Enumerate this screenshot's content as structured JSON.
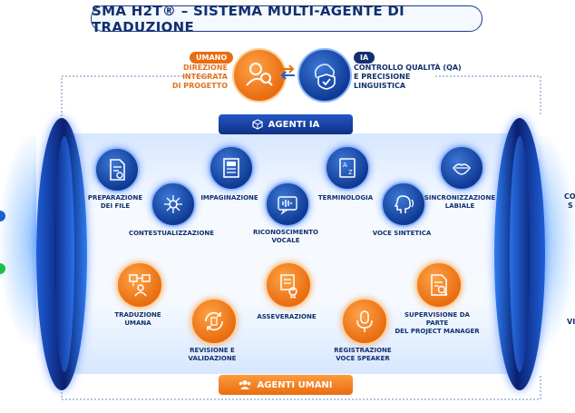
{
  "title": "SMA H2T® – SISTEMA MULTI-AGENTE DI TRADUZIONE",
  "top": {
    "human_tag": "UMANO",
    "human_label": "DIREZIONE INTEGRATA\nDI PROGETTO",
    "ai_tag": "IA",
    "ai_label": "CONTROLLO QUALITÀ (QA)\nE PRECISIONE LINGUISTICA"
  },
  "ai_band": {
    "header": "AGENTI IA",
    "nodes": [
      {
        "icon": "document-gear-icon",
        "label": "PREPARAZIONE\nDEI FILE"
      },
      {
        "icon": "network-hub-icon",
        "label": "CONTESTUALIZZAZIONE"
      },
      {
        "icon": "layout-page-icon",
        "label": "IMPAGINAZIONE"
      },
      {
        "icon": "waveform-icon",
        "label": "RICONOSCIMENTO\nVOCALE"
      },
      {
        "icon": "glossary-book-icon",
        "label": "TERMINOLOGIA"
      },
      {
        "icon": "speaking-head-icon",
        "label": "VOCE SINTETICA"
      },
      {
        "icon": "lips-sync-icon",
        "label": "SINCRONIZZAZIONE\nLABIALE"
      }
    ]
  },
  "human_band": {
    "header": "AGENTI UMANI",
    "nodes": [
      {
        "icon": "workflow-person-icon",
        "label": "TRADUZIONE\nUMANA"
      },
      {
        "icon": "review-cycle-icon",
        "label": "REVISIONE E\nVALIDAZIONE"
      },
      {
        "icon": "certificate-scroll-icon",
        "label": "ASSEVERAZIONE"
      },
      {
        "icon": "microphone-icon",
        "label": "REGISTRAZIONE\nVOCE SPEAKER"
      },
      {
        "icon": "supervision-document-icon",
        "label": "SUPERVISIONE DA PARTE\nDEL PROJECT MANAGER"
      }
    ]
  },
  "edge_text": {
    "right_1": "CO",
    "right_2": "S",
    "right_3": "VI"
  },
  "colors": {
    "navy": "#12306e",
    "orange": "#e86d10",
    "blue": "#1e5fd0"
  }
}
